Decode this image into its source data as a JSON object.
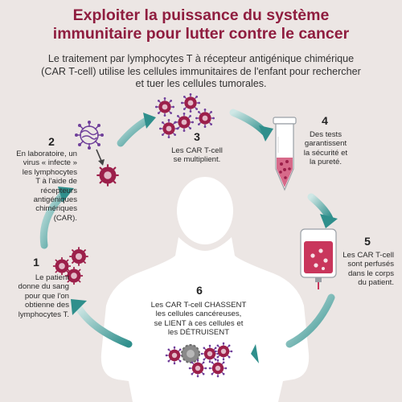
{
  "title_line1": "Exploiter la puissance du système",
  "title_line2": "immunitaire pour lutter contre le cancer",
  "intro_line1": "Le traitement par lymphocytes T à récepteur antigénique chimérique",
  "intro_line2": "(CAR T-cell) utilise les cellules immunitaires de l'enfant pour rechercher",
  "intro_line3": "et tuer les cellules tumorales.",
  "colors": {
    "title": "#8f1d3f",
    "cell": "#9c1f4a",
    "cancer_cell": "#7a1b3b",
    "virus": "#6f3f9a",
    "arrow": "#2f8f8c",
    "silhouette": "#ffffff",
    "background": "#ece6e4"
  },
  "steps": [
    {
      "num": "1",
      "lines": [
        "Le patient",
        "donne du sang",
        "pour que l'on",
        "obtienne des",
        "lymphocytes T."
      ]
    },
    {
      "num": "2",
      "lines": [
        "En laboratoire, un",
        "virus « infecte »",
        "les lymphocytes",
        "T à l'aide de",
        "récepteurs",
        "antigéniques",
        "chimériques",
        "(CAR)."
      ]
    },
    {
      "num": "3",
      "lines": [
        "Les CAR T-cell",
        "se multiplient."
      ]
    },
    {
      "num": "4",
      "lines": [
        "Des tests",
        "garantissent",
        "la sécurité et",
        "la pureté."
      ]
    },
    {
      "num": "5",
      "lines": [
        "Les CAR T-cell",
        "sont perfusés",
        "dans le corps",
        "du patient."
      ]
    },
    {
      "num": "6",
      "lines": [
        "Les CAR T-cell CHASSENT",
        "les cellules cancéreuses,",
        "se LIENT à ces cellules et",
        "les DÉTRUISENT"
      ]
    }
  ],
  "icons": {
    "step1": "t-cells-icon",
    "step2": "virus-infecting-cell-icon",
    "step3": "multiplying-car-t-cells-icon",
    "step4": "test-tube-icon",
    "step5": "infusion-bag-icon",
    "step6": "car-t-attacking-cancer-icon",
    "center": "child-silhouette-icon"
  }
}
